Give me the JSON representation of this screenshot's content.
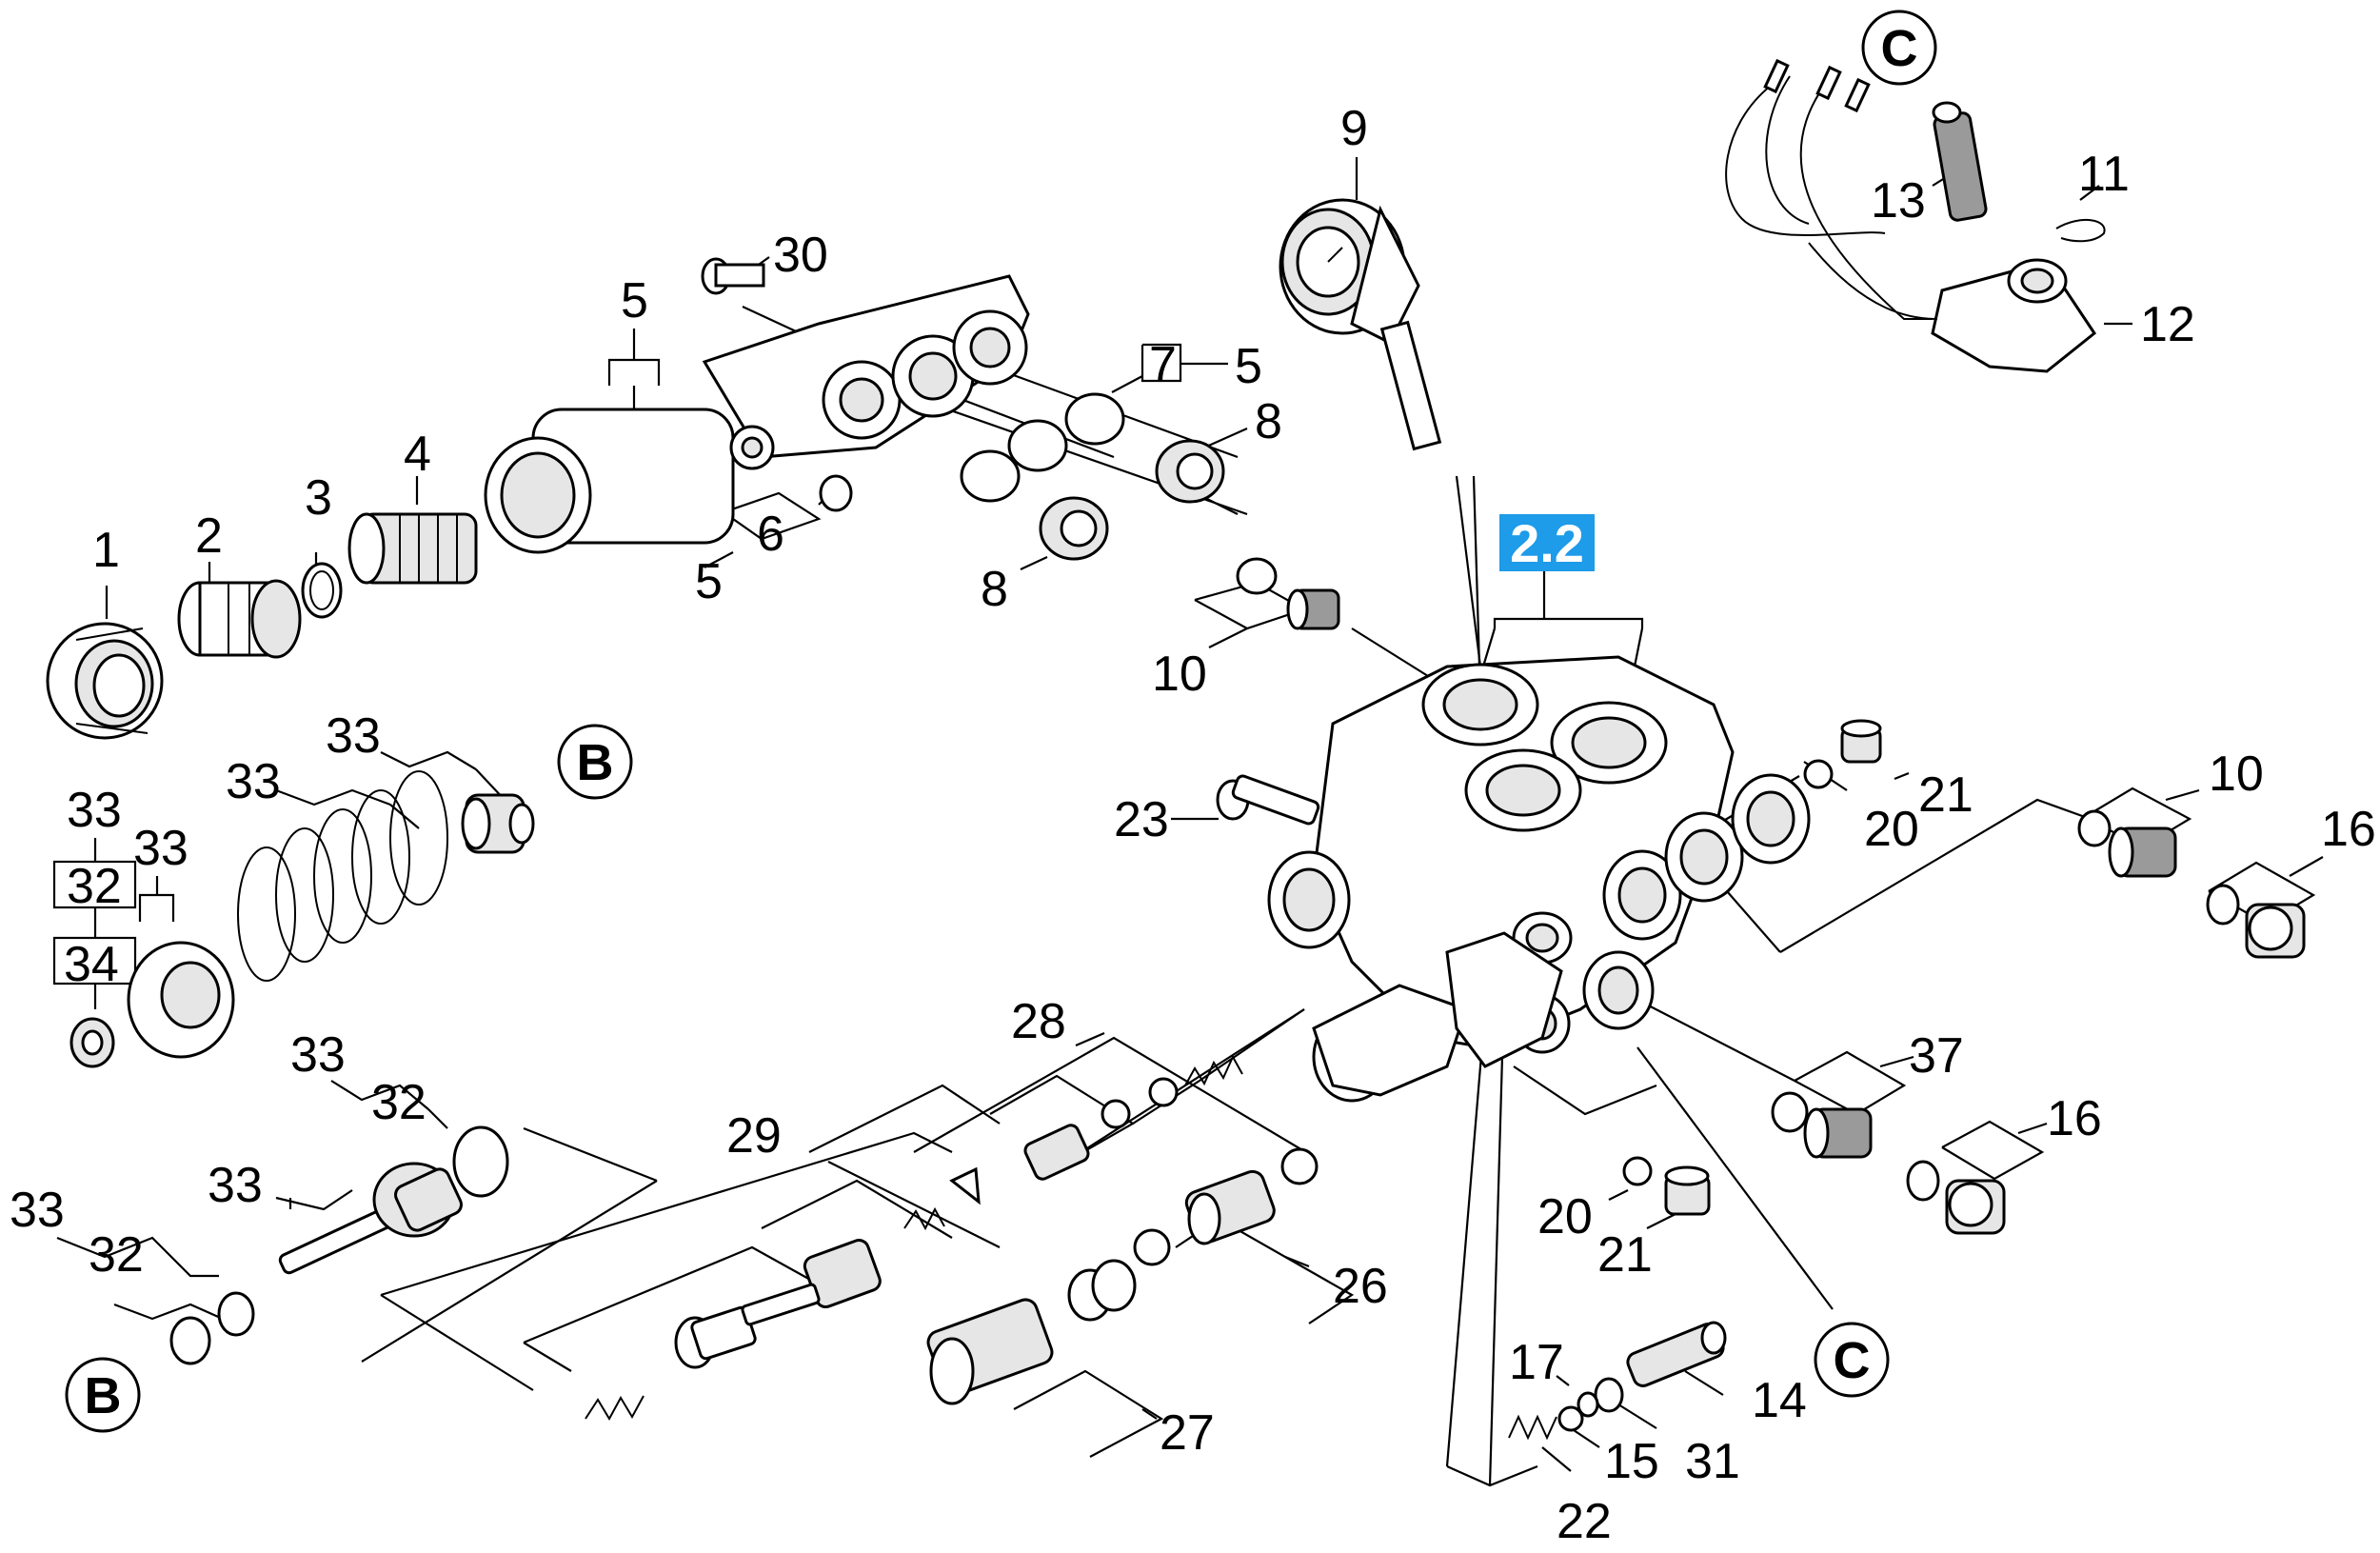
{
  "callouts": [
    {
      "id": "1",
      "text": "1"
    },
    {
      "id": "2",
      "text": "2"
    },
    {
      "id": "3",
      "text": "3"
    },
    {
      "id": "4",
      "text": "4"
    },
    {
      "id": "5a",
      "text": "5"
    },
    {
      "id": "5b",
      "text": "5"
    },
    {
      "id": "5c",
      "text": "5"
    },
    {
      "id": "6",
      "text": "6"
    },
    {
      "id": "7",
      "text": "7"
    },
    {
      "id": "8a",
      "text": "8"
    },
    {
      "id": "8b",
      "text": "8"
    },
    {
      "id": "9",
      "text": "9"
    },
    {
      "id": "10a",
      "text": "10"
    },
    {
      "id": "10b",
      "text": "10"
    },
    {
      "id": "11",
      "text": "11"
    },
    {
      "id": "12",
      "text": "12"
    },
    {
      "id": "13",
      "text": "13"
    },
    {
      "id": "14",
      "text": "14"
    },
    {
      "id": "15",
      "text": "15"
    },
    {
      "id": "16a",
      "text": "16"
    },
    {
      "id": "16b",
      "text": "16"
    },
    {
      "id": "17",
      "text": "17"
    },
    {
      "id": "20a",
      "text": "20"
    },
    {
      "id": "20b",
      "text": "20"
    },
    {
      "id": "21a",
      "text": "21"
    },
    {
      "id": "21b",
      "text": "21"
    },
    {
      "id": "22",
      "text": "22"
    },
    {
      "id": "23",
      "text": "23"
    },
    {
      "id": "26",
      "text": "26"
    },
    {
      "id": "27",
      "text": "27"
    },
    {
      "id": "28",
      "text": "28"
    },
    {
      "id": "29",
      "text": "29"
    },
    {
      "id": "30",
      "text": "30"
    },
    {
      "id": "31",
      "text": "31"
    },
    {
      "id": "32a",
      "text": "32"
    },
    {
      "id": "32b",
      "text": "32"
    },
    {
      "id": "32c",
      "text": "32"
    },
    {
      "id": "33a",
      "text": "33"
    },
    {
      "id": "33b",
      "text": "33"
    },
    {
      "id": "33c",
      "text": "33"
    },
    {
      "id": "33d",
      "text": "33"
    },
    {
      "id": "33e",
      "text": "33"
    },
    {
      "id": "33f",
      "text": "33"
    },
    {
      "id": "33g",
      "text": "33"
    },
    {
      "id": "34",
      "text": "34"
    },
    {
      "id": "37",
      "text": "37"
    }
  ],
  "circle_markers": [
    {
      "id": "B1",
      "text": "B"
    },
    {
      "id": "B2",
      "text": "B"
    },
    {
      "id": "C1",
      "text": "C"
    },
    {
      "id": "C2",
      "text": "C"
    }
  ],
  "badge": {
    "text": "2.2",
    "color": "#1e9be9"
  }
}
